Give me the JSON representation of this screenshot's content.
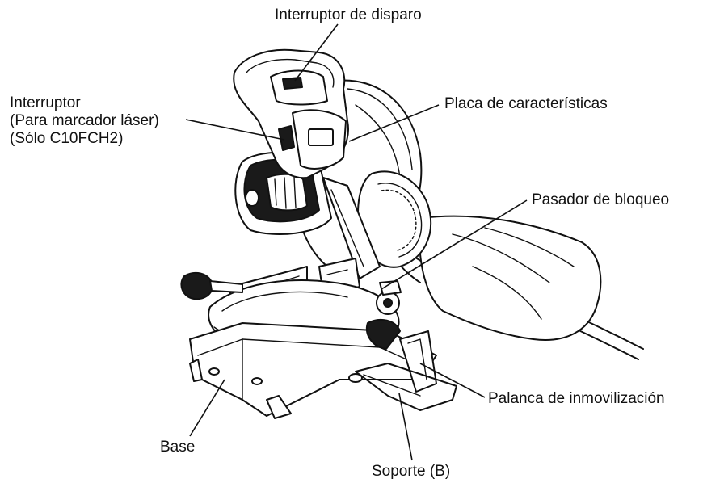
{
  "labels": {
    "trigger_switch": "Interruptor de disparo",
    "laser_switch_line1": "Interruptor",
    "laser_switch_line2": "(Para marcador láser)",
    "laser_switch_line3": "(Sólo C10FCH2)",
    "nameplate": "Placa de características",
    "lock_pin": "Pasador de bloqueo",
    "locking_lever": "Palanca de inmovilización",
    "base": "Base",
    "holder_b": "Soporte (B)"
  }
}
